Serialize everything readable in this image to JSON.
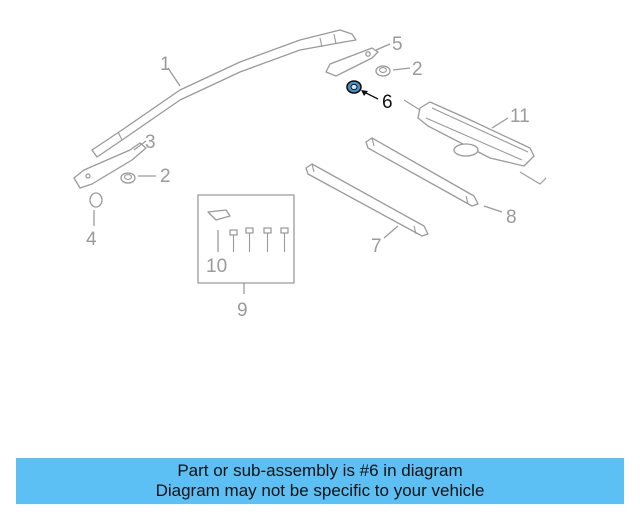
{
  "callouts": {
    "c1": "1",
    "c2a": "2",
    "c2b": "2",
    "c3": "3",
    "c4": "4",
    "c5": "5",
    "c6": "6",
    "c7": "7",
    "c8": "8",
    "c9": "9",
    "c10": "10",
    "c11": "11"
  },
  "highlight_part": "6",
  "colors": {
    "banner": "#5cc0f5",
    "part_line": "#9a9a9a",
    "highlight": "#111111",
    "highlight_fill": "#4a8fc9"
  },
  "banner": {
    "line1": "Part or sub-assembly is #6 in diagram",
    "line2": "Diagram may not be specific to your vehicle"
  }
}
